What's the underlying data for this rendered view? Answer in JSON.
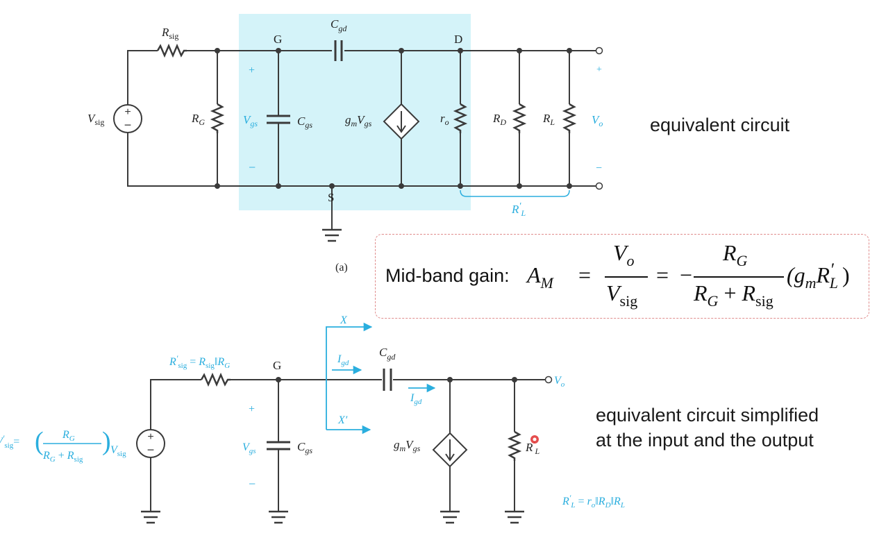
{
  "captions": {
    "top": "equivalent circuit",
    "bottom_line1": "equivalent circuit simplified",
    "bottom_line2": "at the input and the output"
  },
  "figure_label": "(a)",
  "colors": {
    "wire": "#3a3a3a",
    "accent": "#2aaede",
    "highlight": "#d4f3f9",
    "formula_border": "#e08c8c",
    "cursor": "#e23a3a"
  },
  "formula": {
    "prefix": "Mid-band gain:",
    "lhs_main": "A",
    "lhs_sub": "M",
    "eq": "=",
    "f1_num_main": "V",
    "f1_num_sub": "o",
    "f1_den_main": "V",
    "f1_den_sub": "sig",
    "eq2": "=",
    "minus": "−",
    "f2_num_main": "R",
    "f2_num_sub": "G",
    "f2_den_a_main": "R",
    "f2_den_a_sub": "G",
    "f2_den_plus": "+",
    "f2_den_b_main": "R",
    "f2_den_b_sub": "sig",
    "tail_open": "(g",
    "tail_g_sub": "m",
    "tail_r": "R",
    "tail_r_prime": "′",
    "tail_r_sub": "L",
    "tail_close": ")"
  },
  "top_circuit": {
    "node_g": "G",
    "node_d": "D",
    "node_s": "S",
    "r_sig": {
      "main": "R",
      "sub": "sig"
    },
    "c_gd": {
      "main": "C",
      "sub": "gd"
    },
    "v_sig": {
      "main": "V",
      "sub": "sig"
    },
    "r_g": {
      "main": "R",
      "sub": "G"
    },
    "v_gs": {
      "main": "V",
      "sub": "gs"
    },
    "c_gs": {
      "main": "C",
      "sub": "gs"
    },
    "gm_vgs": {
      "g": "g",
      "gsub": "m",
      "v": "V",
      "vsub": "gs"
    },
    "r_o": {
      "main": "r",
      "sub": "o"
    },
    "r_d": {
      "main": "R",
      "sub": "D"
    },
    "r_l": {
      "main": "R",
      "sub": "L"
    },
    "v_o": {
      "main": "V",
      "sub": "o"
    },
    "plus": "+",
    "minus": "−",
    "r_l_prime": {
      "main": "R",
      "prime": "′",
      "sub": "L"
    }
  },
  "bottom_circuit": {
    "node_g": "G",
    "r_sig_prime_eq": {
      "main": "R",
      "prime": "′",
      "sub": "sig",
      "eq": "=",
      "r2": "R",
      "r2sub": "sig",
      "par": "‖",
      "r3": "R",
      "r3sub": "G"
    },
    "v_sig_prime": {
      "main": "V",
      "prime": "′",
      "sub": "sig",
      "eq": "=",
      "open": "(",
      "num": "R",
      "numsub": "G",
      "den1": "R",
      "den1sub": "G",
      "plus": "+",
      "den2": "R",
      "den2sub": "sig",
      "close": ")",
      "tail": "V",
      "tailsub": "sig"
    },
    "x": "X",
    "x_prime": "X′",
    "i_gd": {
      "main": "I",
      "sub": "gd"
    },
    "c_gd": {
      "main": "C",
      "sub": "gd"
    },
    "v_o": {
      "main": "V",
      "sub": "o"
    },
    "v_gs": {
      "main": "V",
      "sub": "gs"
    },
    "c_gs": {
      "main": "C",
      "sub": "gs"
    },
    "gm_vgs": {
      "g": "g",
      "gsub": "m",
      "v": "V",
      "vsub": "gs"
    },
    "r_l_prime": {
      "main": "R",
      "prime": "′",
      "sub": "L"
    },
    "plus": "+",
    "minus": "−",
    "r_l_prime_eq": {
      "main": "R",
      "prime": "′",
      "sub": "L",
      "eq": "=",
      "r1": "r",
      "r1sub": "o",
      "par1": "‖",
      "r2": "R",
      "r2sub": "D",
      "par2": "‖",
      "r3": "R",
      "r3sub": "L"
    }
  }
}
